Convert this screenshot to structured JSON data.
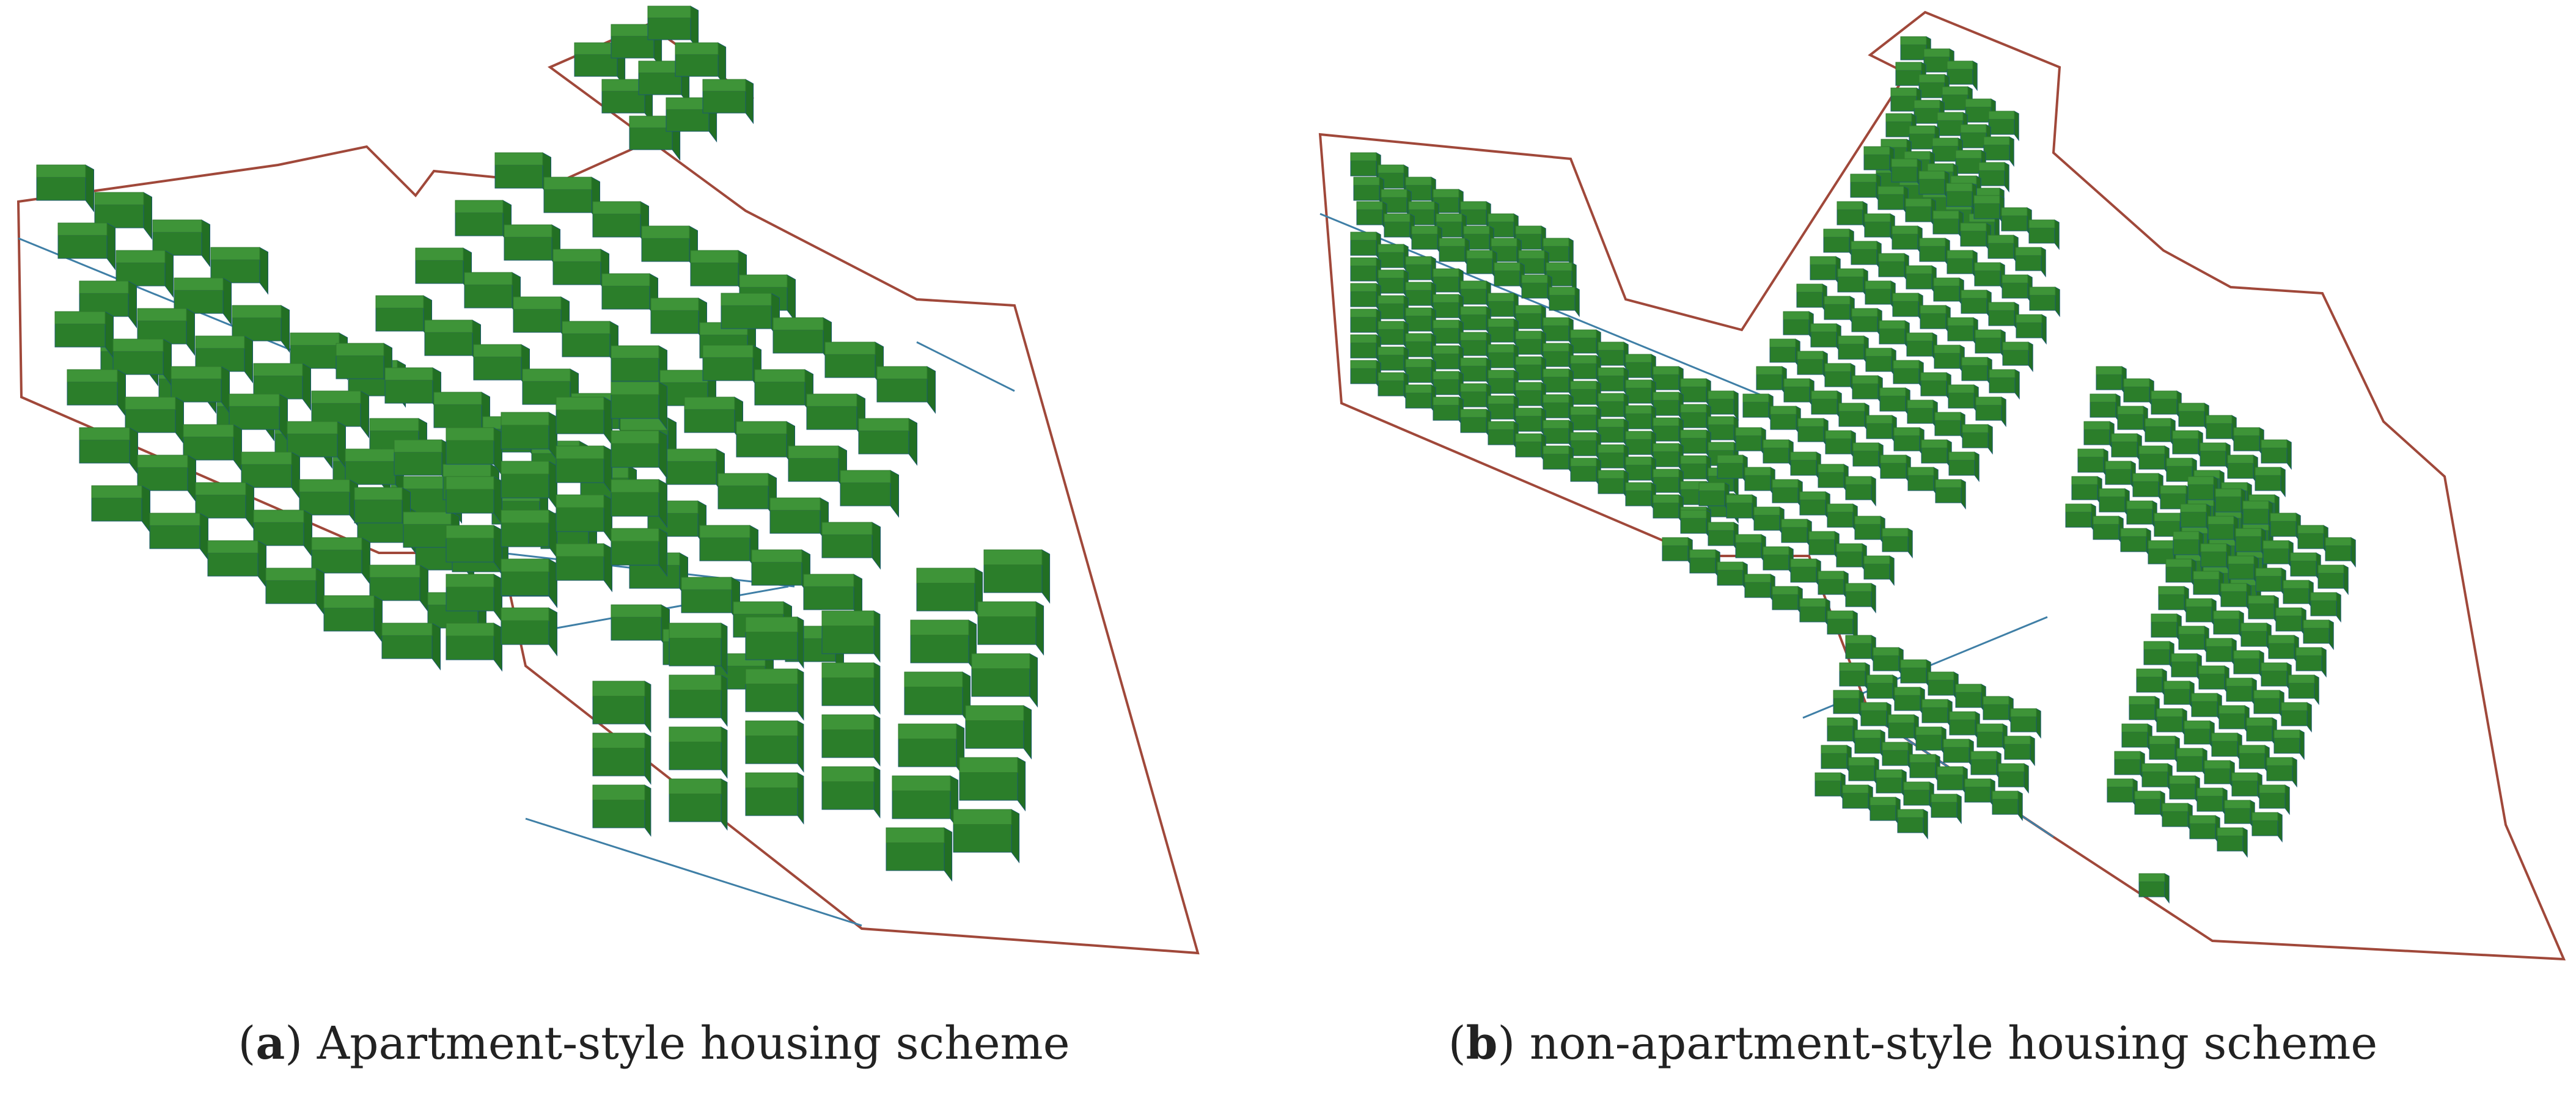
{
  "figure": {
    "panels": [
      {
        "id": "a",
        "label": "a",
        "caption": "Apartment-style housing scheme"
      },
      {
        "id": "b",
        "label": "b",
        "caption": "non-apartment-style housing scheme"
      }
    ]
  },
  "colors": {
    "boundary": "#a0483a",
    "road": "#3f7fa6",
    "building_top": "#3e9438",
    "building_side": "#226f23",
    "building_front": "#2b7e2a",
    "building_edge": "#1b5a6e",
    "background": "#ffffff"
  }
}
